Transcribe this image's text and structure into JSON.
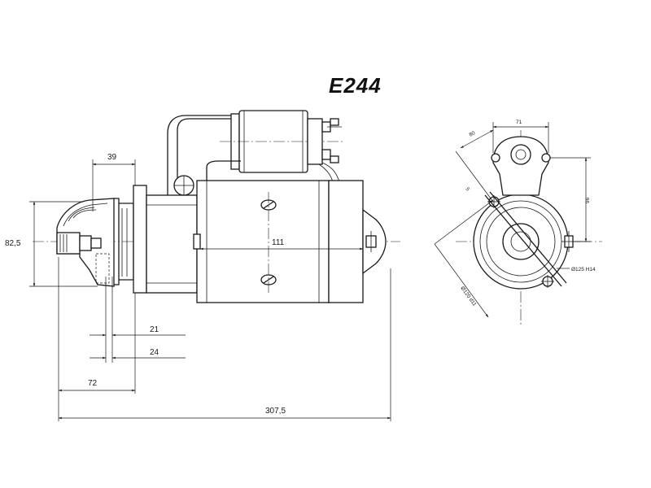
{
  "title": "E244",
  "side_view": {
    "dims": {
      "d39": "39",
      "d82_5": "82,5",
      "d111": "111",
      "d21": "21",
      "d24": "24",
      "d72": "72",
      "d307_5": "307,5"
    }
  },
  "end_view": {
    "dims": {
      "d71": "71",
      "d80": "80",
      "d5": "5",
      "d96": "96",
      "dia_125": "Ø125 H14",
      "dia_120": "Ø120 d11"
    }
  }
}
